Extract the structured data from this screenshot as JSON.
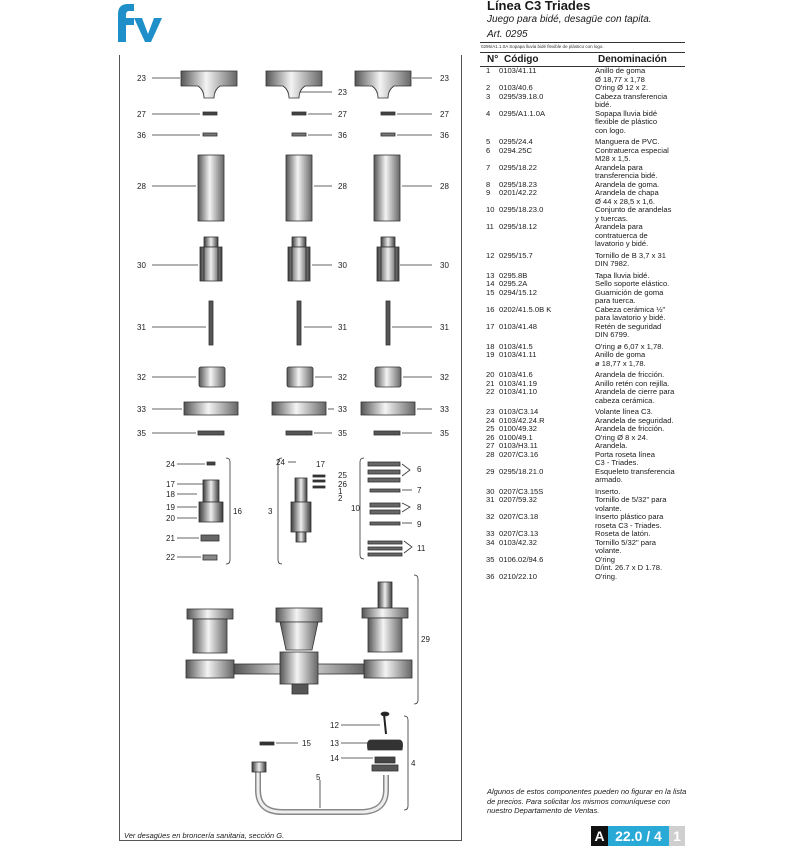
{
  "brand": {
    "logo_text": "fv"
  },
  "header": {
    "title": "Línea C3 Triades",
    "subtitle": "Juego para bidé, desagüe con tapita.",
    "article": "Art. 0295",
    "tiny_note": "0295/A1.1.0A Sopapa lluvia bidé flexible de plástico con logo."
  },
  "columns": {
    "num": "N°",
    "code": "Código",
    "desc": "Denominación"
  },
  "parts": [
    {
      "n": "1",
      "code": "0103/41.11",
      "desc": "Anillo de goma\nØ 18,77 x 1,78"
    },
    {
      "n": "2",
      "code": "0103/40.6",
      "desc": "O'ring Ø 12 x 2."
    },
    {
      "n": "3",
      "code": "0295/39.18.0",
      "desc": "Cabeza transferencia\nbidé."
    },
    {
      "n": "4",
      "code": "0295/A1.1.0A",
      "desc": "Sopapa lluvia bidé\nflexible de plástico\ncon logo."
    },
    {
      "n": "5",
      "code": "0295/24.4",
      "desc": "Manguera de PVC."
    },
    {
      "n": "6",
      "code": "0294.25C",
      "desc": "Contratuerca especial\nM28 x 1,5."
    },
    {
      "n": "7",
      "code": "0295/18.22",
      "desc": "Arandela para\ntransferencia bidé."
    },
    {
      "n": "8",
      "code": "0295/18.23",
      "desc": "Arandela de goma."
    },
    {
      "n": "9",
      "code": "0201/42.22",
      "desc": "Arandela de chapa\nØ 44 x 28,5 x 1,6."
    },
    {
      "n": "10",
      "code": "0295/18.23.0",
      "desc": "Conjunto de arandelas\ny tuercas."
    },
    {
      "n": "11",
      "code": "0295/18.12",
      "desc": "Arandela para\ncontratuerca de\nlavatorio y bidé."
    },
    {
      "n": "12",
      "code": "0295/15.7",
      "desc": "Tornillo de B 3,7 x 31\nDIN 7982."
    },
    {
      "n": "13",
      "code": "0295.8B",
      "desc": "Tapa lluvia bidé."
    },
    {
      "n": "14",
      "code": "0295.2A",
      "desc": "Sello soporte elástico."
    },
    {
      "n": "15",
      "code": "0294/15.12",
      "desc": "Guarnición de goma\npara tuerca."
    },
    {
      "n": "16",
      "code": "0202/41.5.0B K",
      "desc": "Cabeza cerámica ½\"\npara lavatorio y bidé."
    },
    {
      "n": "17",
      "code": "0103/41.48",
      "desc": "Retén de seguridad\nDIN 6799."
    },
    {
      "n": "18",
      "code": "0103/41.5",
      "desc": "O'ring ø 6,07 x 1,78."
    },
    {
      "n": "19",
      "code": "0103/41.11",
      "desc": "Anillo de goma\nø 18,77 x 1,78."
    },
    {
      "n": "20",
      "code": "0103/41.6",
      "desc": "Arandela de fricción."
    },
    {
      "n": "21",
      "code": "0103/41.19",
      "desc": "Anillo retén con rejilla."
    },
    {
      "n": "22",
      "code": "0103/41.10",
      "desc": "Arandela de cierre para\ncabeza cerámica."
    },
    {
      "n": "23",
      "code": "0103/C3.14",
      "desc": "Volante línea C3."
    },
    {
      "n": "24",
      "code": "0103/42.24.R",
      "desc": "Arandela de seguridad."
    },
    {
      "n": "25",
      "code": "0100/49.32",
      "desc": "Arandela de fricción."
    },
    {
      "n": "26",
      "code": "0100/49.1",
      "desc": "O'ring Ø 8 x 24."
    },
    {
      "n": "27",
      "code": "0103/H3.11",
      "desc": "Arandela."
    },
    {
      "n": "28",
      "code": "0207/C3.16",
      "desc": "Porta roseta línea\nC3 - Triades."
    },
    {
      "n": "29",
      "code": "0295/18.21.0",
      "desc": "Esqueleto transferencia\narmado."
    },
    {
      "n": "30",
      "code": "0207/C3.15S",
      "desc": "Inserto."
    },
    {
      "n": "31",
      "code": "0207/59.32",
      "desc": "Tornillo de 5/32\" para\nvolante."
    },
    {
      "n": "32",
      "code": "0207/C3.18",
      "desc": "Inserto plástico para\nroseta C3 - Triades."
    },
    {
      "n": "33",
      "code": "0207/C3.13",
      "desc": "Roseta de latón."
    },
    {
      "n": "34",
      "code": "0103/42.32",
      "desc": "Tornillo 5/32\" para\nvolante."
    },
    {
      "n": "35",
      "code": "0106.02/94.6",
      "desc": "O'ring\nD/int. 26.7 x D 1.78."
    },
    {
      "n": "36",
      "code": "0210/22.10",
      "desc": "O'ring."
    }
  ],
  "footnote": "Algunos de estos componentes pueden no figurar en la lista de precios. Para solicitar los mismos comuníquese con nuestro Departamento de Ventas.",
  "left_note": "Ver desagües en broncería sanitaria, sección G.",
  "page_number": {
    "section": "A",
    "page": "22.0 / 4",
    "sub": "1"
  },
  "callouts": {
    "c1": "1",
    "c2": "2",
    "c3": "3",
    "c4": "4",
    "c5": "5",
    "c6": "6",
    "c7": "7",
    "c8": "8",
    "c9": "9",
    "c10": "10",
    "c11": "11",
    "c12": "12",
    "c13": "13",
    "c14": "14",
    "c15": "15",
    "c16": "16",
    "c17": "17",
    "c18": "18",
    "c19": "19",
    "c20": "20",
    "c21": "21",
    "c22": "22",
    "c23": "23",
    "c24": "24",
    "c25": "25",
    "c26": "26",
    "c27": "27",
    "c28": "28",
    "c29": "29",
    "c30": "30",
    "c31": "31",
    "c32": "32",
    "c33": "33",
    "c35": "35",
    "c36": "36"
  },
  "colors": {
    "accent": "#29a9d6",
    "logo": "#1e8fc8"
  }
}
